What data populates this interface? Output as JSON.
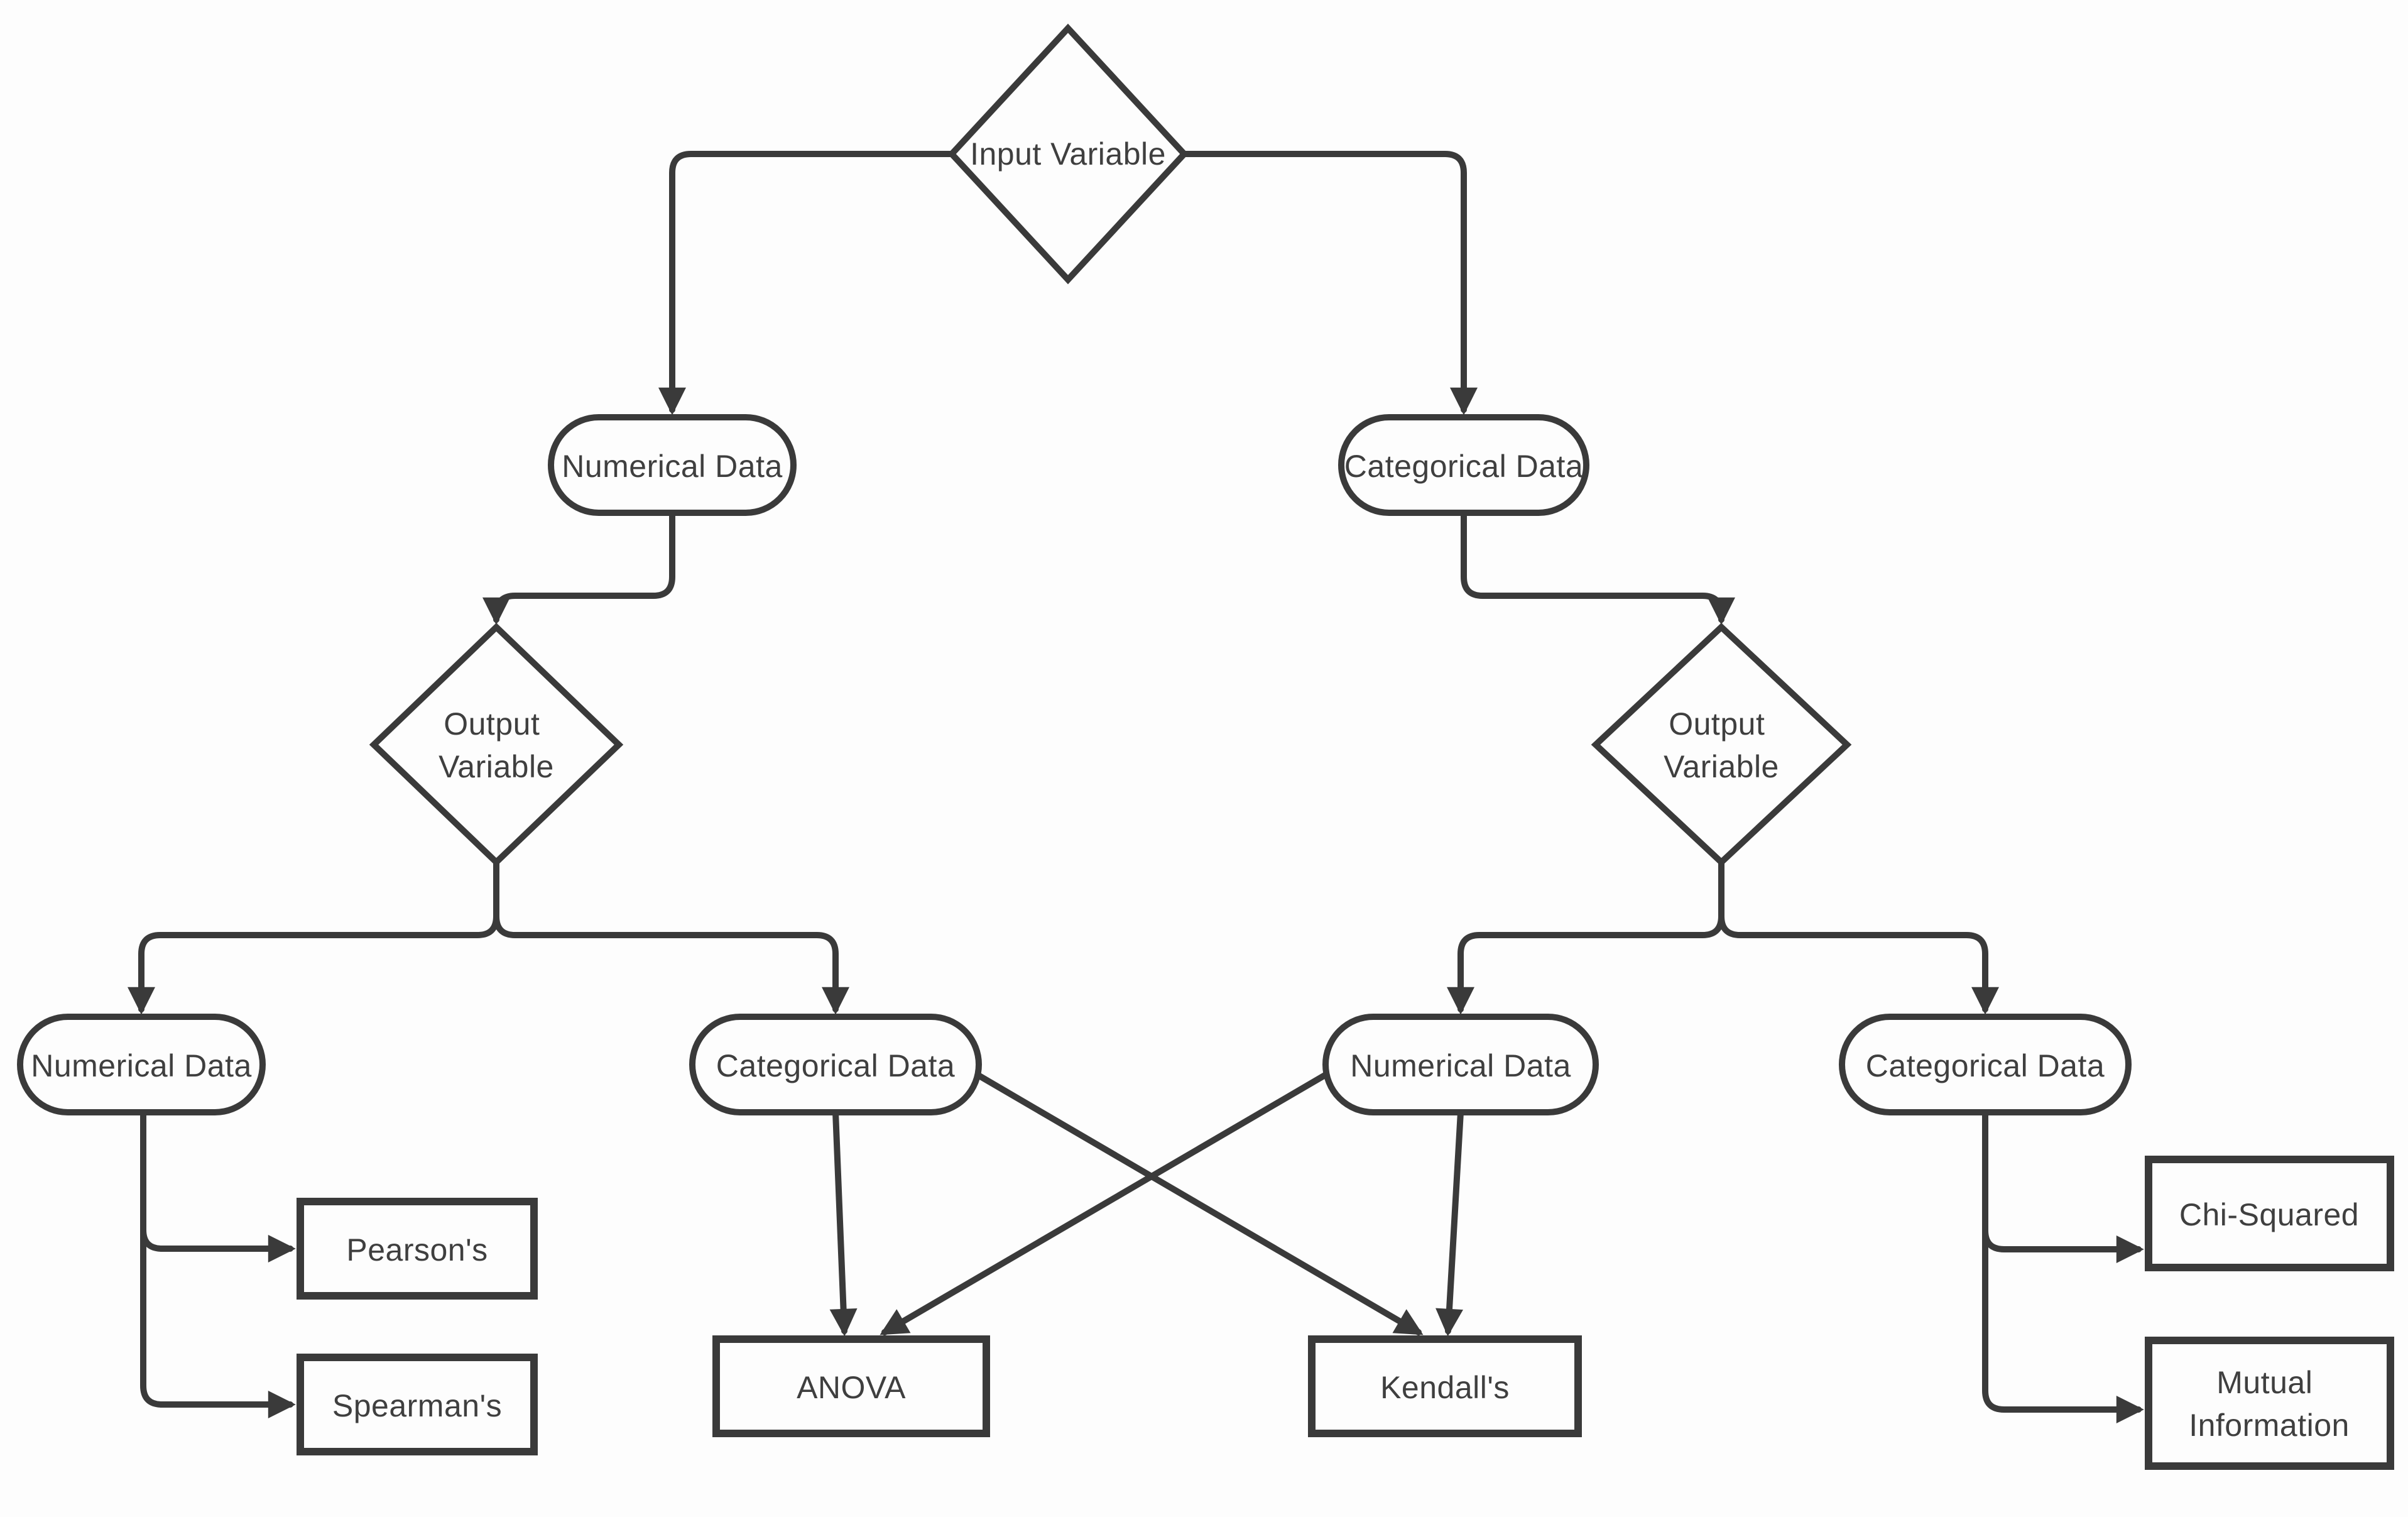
{
  "colors": {
    "outline": "#3a3a3a",
    "text": "#3f3f3f",
    "background": "#fdfdfd"
  },
  "nodes": {
    "input_variable": {
      "label": "Input Variable",
      "shape": "decision-diamond"
    },
    "numerical_data_top": {
      "label": "Numerical Data",
      "shape": "rounded-pill"
    },
    "categorical_data_top": {
      "label": "Categorical Data",
      "shape": "rounded-pill"
    },
    "output_variable_left": {
      "lines": [
        "Output",
        "Variable"
      ],
      "shape": "decision-diamond"
    },
    "output_variable_right": {
      "lines": [
        "Output",
        "Variable"
      ],
      "shape": "decision-diamond"
    },
    "numerical_data_bottom_left": {
      "label": "Numerical Data",
      "shape": "rounded-pill"
    },
    "categorical_data_bottom_mid": {
      "label": "Categorical Data",
      "shape": "rounded-pill"
    },
    "numerical_data_bottom_mid": {
      "label": "Numerical Data",
      "shape": "rounded-pill"
    },
    "categorical_data_bottom_right": {
      "label": "Categorical Data",
      "shape": "rounded-pill"
    },
    "pearsons": {
      "label": "Pearson's",
      "shape": "rectangle"
    },
    "spearmans": {
      "label": "Spearman's",
      "shape": "rectangle"
    },
    "anova": {
      "label": "ANOVA",
      "shape": "rectangle"
    },
    "kendalls": {
      "label": "Kendall's",
      "shape": "rectangle"
    },
    "chi_squared": {
      "label": "Chi-Squared",
      "shape": "rectangle"
    },
    "mutual_information": {
      "lines": [
        "Mutual",
        "Information"
      ],
      "shape": "rectangle"
    }
  },
  "edges": [
    {
      "from": "input_variable",
      "to": "numerical_data_top"
    },
    {
      "from": "input_variable",
      "to": "categorical_data_top"
    },
    {
      "from": "numerical_data_top",
      "to": "output_variable_left"
    },
    {
      "from": "categorical_data_top",
      "to": "output_variable_right"
    },
    {
      "from": "output_variable_left",
      "to": "numerical_data_bottom_left"
    },
    {
      "from": "output_variable_left",
      "to": "categorical_data_bottom_mid"
    },
    {
      "from": "output_variable_right",
      "to": "numerical_data_bottom_mid"
    },
    {
      "from": "output_variable_right",
      "to": "categorical_data_bottom_right"
    },
    {
      "from": "numerical_data_bottom_left",
      "to": "pearsons"
    },
    {
      "from": "numerical_data_bottom_left",
      "to": "spearmans"
    },
    {
      "from": "categorical_data_bottom_mid",
      "to": "anova"
    },
    {
      "from": "categorical_data_bottom_mid",
      "to": "kendalls"
    },
    {
      "from": "numerical_data_bottom_mid",
      "to": "anova"
    },
    {
      "from": "numerical_data_bottom_mid",
      "to": "kendalls"
    },
    {
      "from": "categorical_data_bottom_right",
      "to": "chi_squared"
    },
    {
      "from": "categorical_data_bottom_right",
      "to": "mutual_information"
    }
  ]
}
